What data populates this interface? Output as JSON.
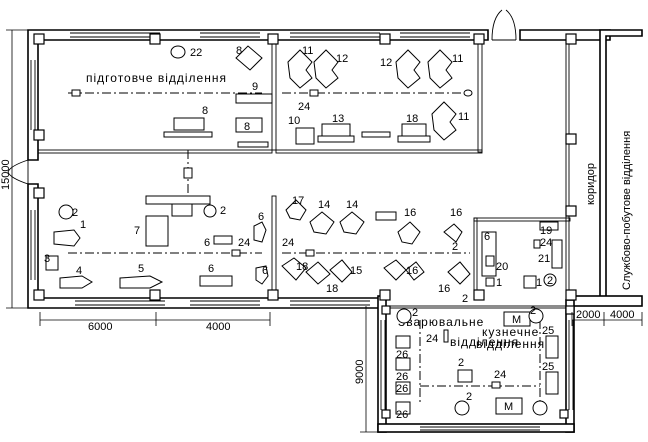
{
  "labels": {
    "prep_dept": "підготовче   відділення",
    "corridor": "коридор",
    "service_dept": "Службово-побутове   відділення",
    "welding_line1": "Зварювальне",
    "welding_line2": "відділення",
    "forging_line1": "кузнечне",
    "forging_line2": "відділення"
  },
  "dimensions": {
    "total_height": "15000",
    "bay_6000": "6000",
    "bay_4000": "4000",
    "annex_height": "9000",
    "right_2000": "2000",
    "right_4000": "4000"
  },
  "equipment_numbers": {
    "n1": "1",
    "n2a": "2",
    "n2b": "2",
    "n2c": "2",
    "n2d": "2",
    "n2e": "2",
    "n2f": "2",
    "n2g": "2",
    "n2h": "2",
    "n2i": "2",
    "n3": "3",
    "n4": "4",
    "n5": "5",
    "n6a": "6",
    "n6b": "6",
    "n6c": "6",
    "n6d": "6",
    "n6e": "6",
    "n7": "7",
    "n8a": "8",
    "n8b": "8",
    "n8c": "8",
    "n9": "9",
    "n10": "10",
    "n11a": "11",
    "n11b": "11",
    "n11c": "11",
    "n12a": "12",
    "n12b": "12",
    "n13": "13",
    "n14a": "14",
    "n14b": "14",
    "n15": "15",
    "n16a": "16",
    "n16b": "16",
    "n16c": "16",
    "n16d": "16",
    "n17": "17",
    "n18a": "18",
    "n18b": "18",
    "n18c": "18",
    "n19": "19",
    "n20": "20",
    "n21": "21",
    "n22": "22",
    "n24a": "24",
    "n24b": "24",
    "n24c": "24",
    "n24d": "24",
    "n24e": "24",
    "n24f": "24",
    "n25a": "25",
    "n25b": "25",
    "n26a": "26",
    "n26b": "26",
    "n26c": "26",
    "n26d": "26",
    "n1b": "1",
    "n1c": "1",
    "furnace_a": "M",
    "furnace_b": "M"
  }
}
